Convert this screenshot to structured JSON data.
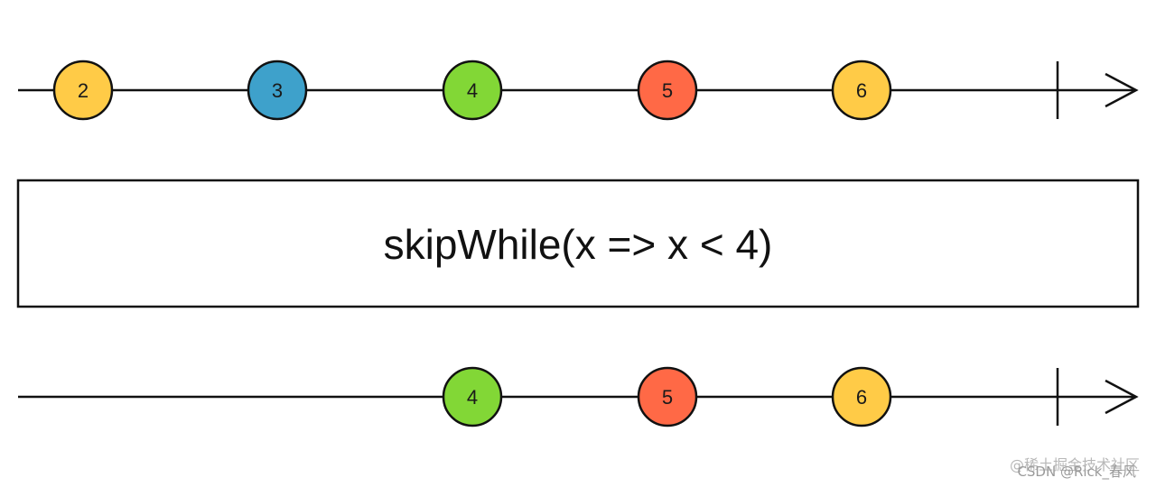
{
  "operator": {
    "label": "skipWhile(x => x < 4)"
  },
  "timelines": {
    "input": {
      "marbles": [
        {
          "value": "2",
          "color": "#FFCB47"
        },
        {
          "value": "3",
          "color": "#3EA1CB"
        },
        {
          "value": "4",
          "color": "#82D736"
        },
        {
          "value": "5",
          "color": "#FF6946"
        },
        {
          "value": "6",
          "color": "#FFCB47"
        }
      ]
    },
    "output": {
      "marbles": [
        {
          "value": "4",
          "color": "#82D736"
        },
        {
          "value": "5",
          "color": "#FF6946"
        },
        {
          "value": "6",
          "color": "#FFCB47"
        }
      ]
    }
  },
  "watermark": {
    "line1": "@稀土掘金技术社区",
    "line2": "CSDN @Rick_春风"
  }
}
